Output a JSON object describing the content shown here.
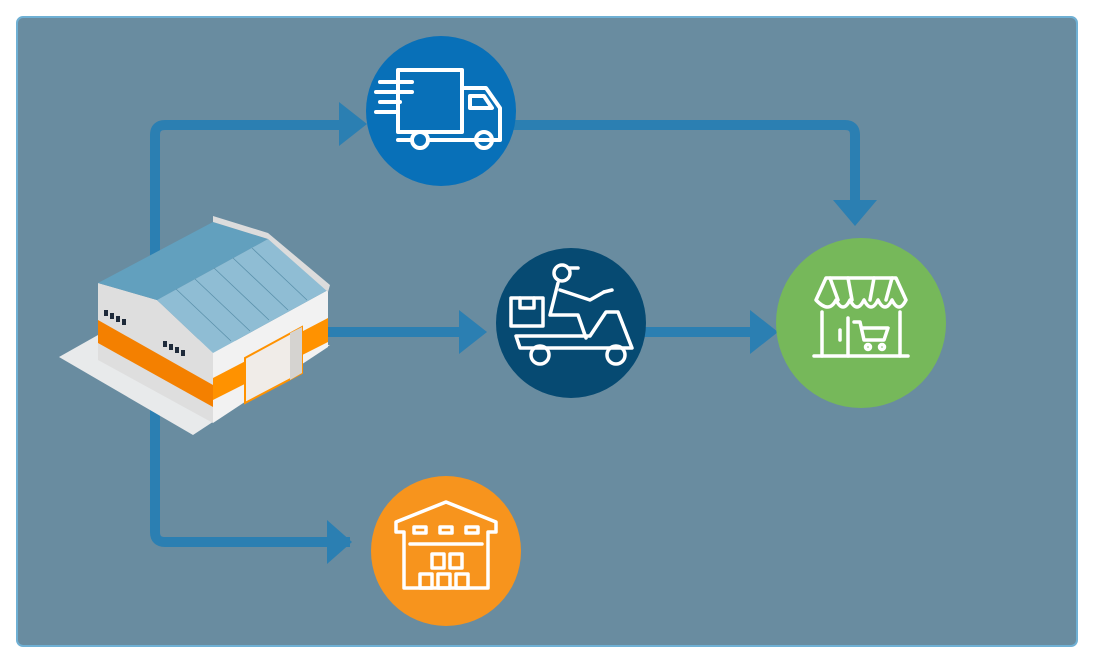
{
  "diagram": {
    "title_visible": false,
    "nodes": [
      {
        "id": "factory",
        "icon": "factory-building-icon"
      },
      {
        "id": "truck",
        "icon": "delivery-truck-icon",
        "color": "#0870b8"
      },
      {
        "id": "scooter",
        "icon": "scooter-courier-icon",
        "color": "#064a72"
      },
      {
        "id": "store",
        "icon": "storefront-cart-icon",
        "color": "#76b85a"
      },
      {
        "id": "warehouse",
        "icon": "warehouse-boxes-icon",
        "color": "#f7941d"
      }
    ],
    "edges": [
      {
        "from": "factory",
        "to": "truck"
      },
      {
        "from": "truck",
        "to": "store"
      },
      {
        "from": "factory",
        "to": "scooter"
      },
      {
        "from": "scooter",
        "to": "store"
      },
      {
        "from": "factory",
        "to": "warehouse"
      }
    ]
  },
  "colors": {
    "background": "#698ca0",
    "border": "#6fb0d4",
    "connector": "#2b7fb2"
  }
}
